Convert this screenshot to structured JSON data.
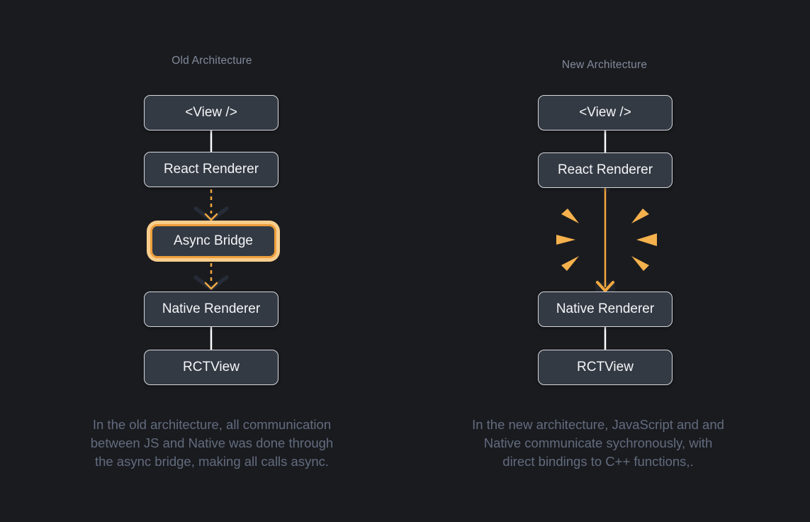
{
  "app": {
    "background": "#1a1b1f"
  },
  "colors": {
    "accent_orange": "#f2a840",
    "spark_orange": "#f5b14c",
    "bridge_border": "#ee9e3c",
    "bridge_outer_ring": "#f8cd8c",
    "box_fill": "#343a44",
    "box_border": "#d6d8dc",
    "box_text": "#f4f5f7",
    "title_text": "#828b9b",
    "caption_text": "#626c7e",
    "connector_white": "#ffffff",
    "dark_chevron": "#262c37"
  },
  "old": {
    "title": "Old Architecture",
    "nodes": {
      "view": "<View />",
      "react_renderer": "React Renderer",
      "async_bridge": "Async Bridge",
      "native_renderer": "Native Renderer",
      "rctview": "RCTView"
    },
    "caption_lines": [
      "In the old architecture, all communication",
      "between JS and Native was done through",
      "the async bridge, making all calls async."
    ]
  },
  "new": {
    "title": "New Architecture",
    "nodes": {
      "view": "<View />",
      "react_renderer": "React Renderer",
      "native_renderer": "Native Renderer",
      "rctview": "RCTView"
    },
    "caption_lines": [
      "In the new architecture, JavaScript and and",
      "Native communicate sychronously, with",
      "direct bindings to C++ functions,."
    ]
  }
}
